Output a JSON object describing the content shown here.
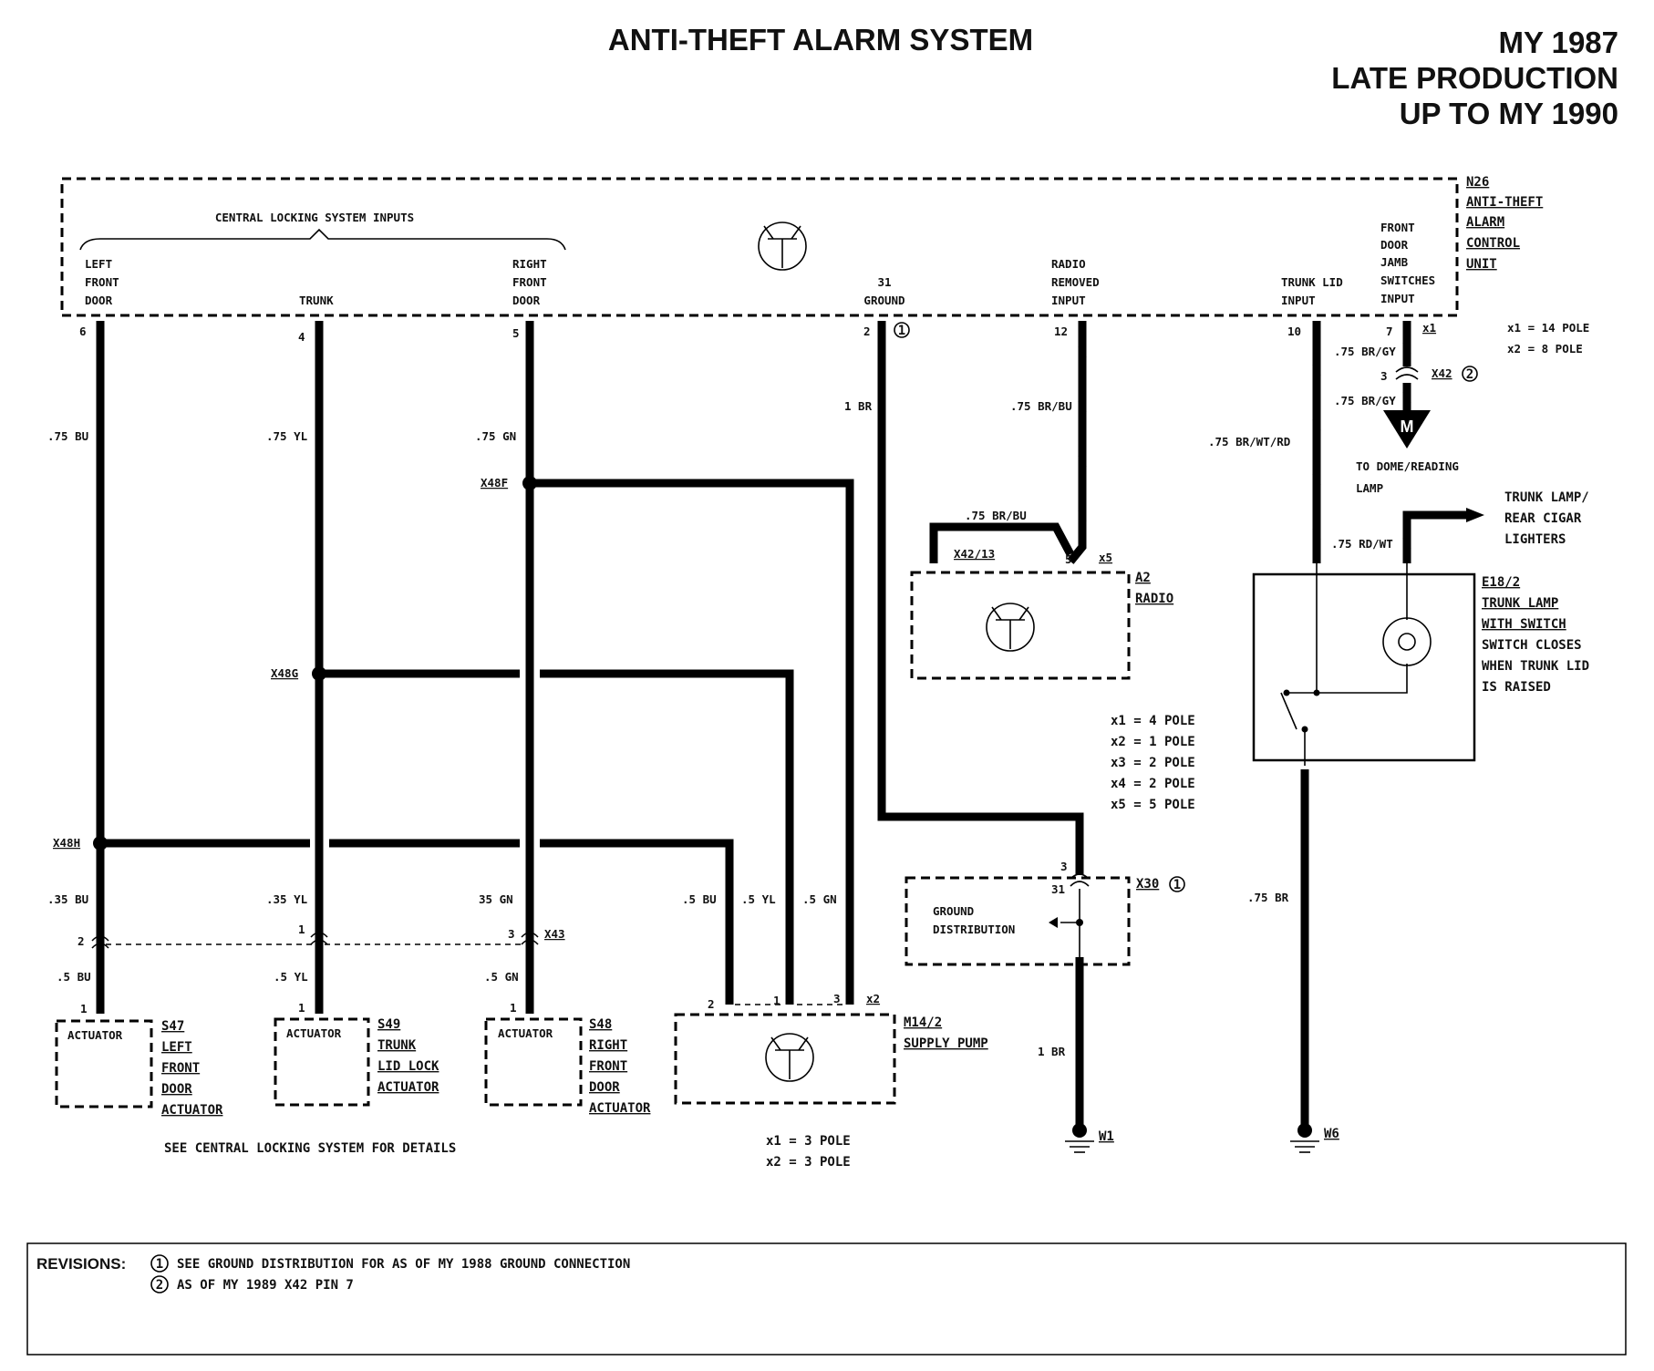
{
  "header": {
    "title": "ANTI-THEFT ALARM SYSTEM",
    "model_line1": "MY 1987",
    "model_line2": "LATE PRODUCTION",
    "model_line3": "UP TO MY 1990"
  },
  "control_unit": {
    "ref": "N26",
    "name_lines": [
      "ANTI-THEFT",
      "ALARM",
      "CONTROL",
      "UNIT"
    ],
    "inputs_group_label": "CENTRAL LOCKING SYSTEM INPUTS",
    "inputs": [
      {
        "lines": [
          "LEFT",
          "FRONT",
          "DOOR"
        ],
        "pin": "6"
      },
      {
        "lines": [
          "TRUNK"
        ],
        "pin": "4"
      },
      {
        "lines": [
          "RIGHT",
          "FRONT",
          "DOOR"
        ],
        "pin": "5"
      },
      {
        "lines": [
          "31",
          "GROUND"
        ],
        "pin": "2"
      },
      {
        "lines": [
          "RADIO",
          "REMOVED",
          "INPUT"
        ],
        "pin": "12"
      },
      {
        "lines": [
          "TRUNK LID",
          "INPUT"
        ],
        "pin": "10"
      },
      {
        "lines": [
          "FRONT",
          "DOOR",
          "JAMB",
          "SWITCHES",
          "INPUT"
        ],
        "pin": "7"
      }
    ],
    "connector": "x1",
    "pole_info": [
      "x1 = 14 POLE",
      "x2 = 8 POLE"
    ]
  },
  "wires": {
    "left_door_top": ".75 BU",
    "trunk_top": ".75 YL",
    "right_door_top": ".75 GN",
    "ground": "1 BR",
    "radio": ".75 BR/BU",
    "radio_loop": ".75 BR/BU",
    "trunk_lid": ".75 BR/WT/RD",
    "jamb_upper": ".75 BR/GY",
    "jamb_lower": ".75 BR/GY",
    "trunk_lamp_feed": ".75 RD/WT",
    "left_door_mid": ".35 BU",
    "trunk_mid": ".35 YL",
    "right_door_mid": "35 GN",
    "left_door_bot": ".5 BU",
    "trunk_bot": ".5 YL",
    "right_door_bot": ".5 GN",
    "pump_bu": ".5 BU",
    "pump_yl": ".5 YL",
    "pump_gn": ".5 GN",
    "ground_bottom": "1 BR",
    "w6_wire": ".75 BR"
  },
  "splices": {
    "x48f": "X48F",
    "x48g": "X48G",
    "x48h": "X48H"
  },
  "connector_x42": {
    "ref": "X42",
    "pin": "3",
    "revision": "2"
  },
  "dome_lamp": {
    "symbol": "M",
    "lines": [
      "TO DOME/READING",
      "LAMP"
    ]
  },
  "trunk_lamp_lighters": [
    "TRUNK LAMP/",
    "REAR CIGAR",
    "LIGHTERS"
  ],
  "trunk_lamp_switch": {
    "ref": "E18/2",
    "lines": [
      "TRUNK LAMP",
      "WITH SWITCH",
      "SWITCH CLOSES",
      "WHEN TRUNK LID",
      "IS RAISED"
    ]
  },
  "radio": {
    "ref": "A2",
    "name": "RADIO",
    "pin_x42": "X42/13",
    "pin_5": "5",
    "connector": "x5"
  },
  "x30": {
    "ref": "X30",
    "revision": "1",
    "pin_3": "3",
    "pin_31": "31",
    "lines": [
      "GROUND",
      "DISTRIBUTION"
    ],
    "pole_info": [
      "x1 = 4 POLE",
      "x2 = 1 POLE",
      "x3 = 2 POLE",
      "x4 = 2 POLE",
      "x5 = 5 POLE"
    ]
  },
  "x43": {
    "ref": "X43",
    "pins": [
      "2",
      "1",
      "3"
    ]
  },
  "actuators": [
    {
      "box": "ACTUATOR",
      "ref": "S47",
      "lines": [
        "LEFT",
        "FRONT",
        "DOOR",
        "ACTUATOR"
      ],
      "pin": "1"
    },
    {
      "box": "ACTUATOR",
      "ref": "S49",
      "lines": [
        "TRUNK",
        "LID LOCK",
        "ACTUATOR"
      ],
      "pin": "1"
    },
    {
      "box": "ACTUATOR",
      "ref": "S48",
      "lines": [
        "RIGHT",
        "FRONT",
        "DOOR",
        "ACTUATOR"
      ],
      "pin": "1"
    }
  ],
  "supply_pump": {
    "ref": "M14/2",
    "name": "SUPPLY PUMP",
    "pins": [
      "2",
      "1",
      "3"
    ],
    "connector": "x2",
    "pole_info": [
      "x1 = 3 POLE",
      "x2 = 3 POLE"
    ]
  },
  "grounds": {
    "w1": "W1",
    "w6": "W6"
  },
  "ground_rev_marker": "1",
  "footer_note": "SEE CENTRAL LOCKING SYSTEM FOR DETAILS",
  "revisions": {
    "label": "REVISIONS:",
    "items": [
      {
        "marker": "1",
        "text": "SEE GROUND DISTRIBUTION FOR AS OF MY 1988 GROUND CONNECTION"
      },
      {
        "marker": "2",
        "text": "AS OF MY 1989 X42 PIN 7"
      }
    ]
  }
}
